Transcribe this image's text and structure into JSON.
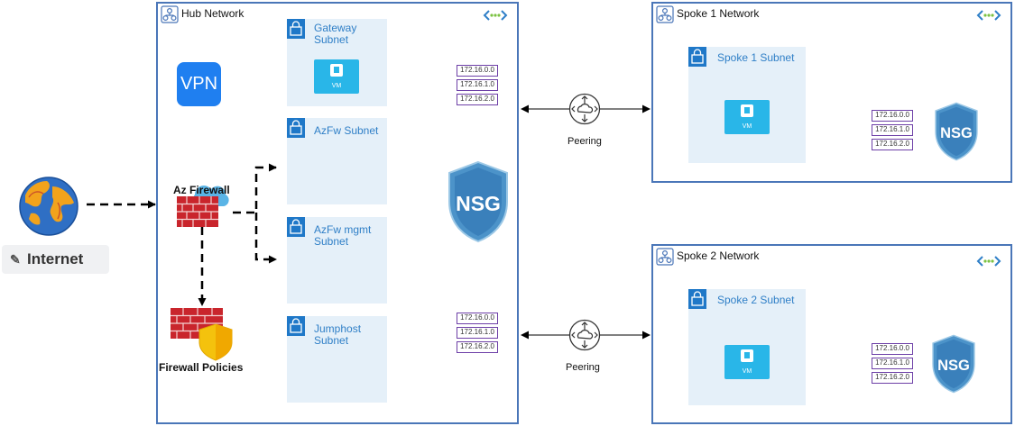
{
  "hub": {
    "title": "Hub Network",
    "subnets": {
      "gateway": "Gateway Subnet",
      "azfw": "AzFw Subnet",
      "azfw_mgmt": "AzFw mgmt Subnet",
      "jumphost": "Jumphost Subnet"
    },
    "vpn_label": "VPN",
    "vm_label": "VM",
    "nsg_label": "NSG",
    "ip_top": [
      "172.16.0.0",
      "172.16.1.0",
      "172.16.2.0"
    ],
    "ip_bottom": [
      "172.16.0.0",
      "172.16.1.0",
      "172.16.2.0"
    ]
  },
  "firewall": {
    "title": "Az Firewall",
    "policies_title": "Firewall Policies"
  },
  "internet": {
    "label": "Internet"
  },
  "spoke1": {
    "title": "Spoke 1 Network",
    "subnet": "Spoke 1 Subnet",
    "vm_label": "VM",
    "nsg_label": "NSG",
    "ips": [
      "172.16.0.0",
      "172.16.1.0",
      "172.16.2.0"
    ]
  },
  "spoke2": {
    "title": "Spoke 2 Network",
    "subnet": "Spoke 2 Subnet",
    "vm_label": "VM",
    "nsg_label": "NSG",
    "ips": [
      "172.16.0.0",
      "172.16.1.0",
      "172.16.2.0"
    ]
  },
  "peering": {
    "top": "Peering",
    "bottom": "Peering"
  },
  "icons": {
    "vnet": "vnet-icon",
    "connection": "vnet-connection-icon",
    "lock": "subnet-lock-icon",
    "vm": "vm-icon",
    "nsg": "nsg-shield-icon",
    "peering": "peering-icon",
    "globe": "globe-icon",
    "firewall": "firewall-icon",
    "pencil": "pencil-icon"
  },
  "colors": {
    "vnet_border": "#4a76b8",
    "subnet_bg": "#e5f0f9",
    "subnet_text": "#2f7fc7",
    "ip_border": "#6d3fa7",
    "vpn_bg": "#1f7ff0",
    "vm_bg": "#29b6e8",
    "firewall_red": "#c9252c"
  }
}
